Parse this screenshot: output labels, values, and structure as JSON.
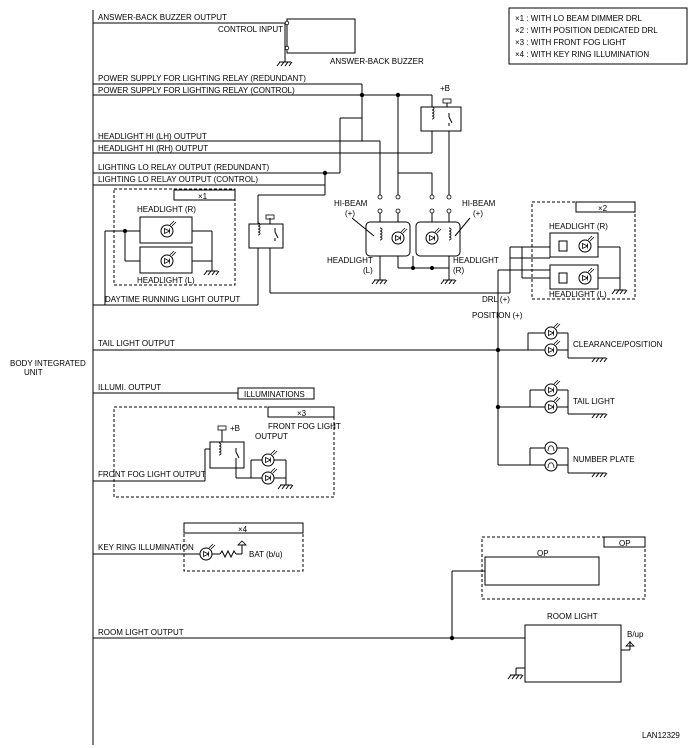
{
  "unit": {
    "line1": "BODY INTEGRATED",
    "line2": "UNIT"
  },
  "legend": [
    "×1 : WITH LO BEAM DIMMER DRL",
    "×2 : WITH POSITION DEDICATED DRL",
    "×3 : WITH FRONT FOG LIGHT",
    "×4 : WITH KEY RING ILLUMINATION"
  ],
  "outputs": {
    "answer_back": "ANSWER-BACK BUZZER OUTPUT",
    "ps_redundant": "POWER SUPPLY FOR LIGHTING RELAY (REDUNDANT)",
    "ps_control": "POWER SUPPLY FOR LIGHTING RELAY (CONTROL)",
    "hi_lh": "HEADLIGHT HI (LH) OUTPUT",
    "hi_rh": "HEADLIGHT HI (RH) OUTPUT",
    "lo_redundant": "LIGHTING LO RELAY OUTPUT (REDUNDANT)",
    "lo_control": "LIGHTING LO RELAY OUTPUT (CONTROL)",
    "drl_output": "DAYTIME RUNNING LIGHT OUTPUT",
    "tail": "TAIL LIGHT OUTPUT",
    "illumi": "ILLUMI. OUTPUT",
    "front_fog": "FRONT FOG LIGHT OUTPUT",
    "key_ring": "KEY RING ILLUMINATION",
    "room": "ROOM LIGHT OUTPUT"
  },
  "components": {
    "control_input": "CONTROL INPUT",
    "buzzer": "ANSWER-BACK BUZZER",
    "plus_b": "+B",
    "star1": "×1",
    "star2": "×2",
    "star3": "×3",
    "star4": "×4",
    "headlight_r": "HEADLIGHT (R)",
    "headlight_l": "HEADLIGHT (L)",
    "hi_beam": "HI-BEAM",
    "plus": "(+)",
    "headlight": "HEADLIGHT",
    "l_paren": "(L)",
    "r_paren": "(R)",
    "drl_plus": "DRL (+)",
    "position_plus": "POSITION (+)",
    "clearance": "CLEARANCE/POSITION",
    "tail_light": "TAIL LIGHT",
    "number_plate": "NUMBER PLATE",
    "illuminations": "ILLUMINATIONS",
    "front_fog_l1": "FRONT FOG LIGHT",
    "front_fog_l2": "OUTPUT",
    "bat": "BAT (b/u)",
    "op": "OP",
    "room_light": "ROOM LIGHT",
    "bup": "B/up"
  },
  "figure_id": "LAN12329"
}
